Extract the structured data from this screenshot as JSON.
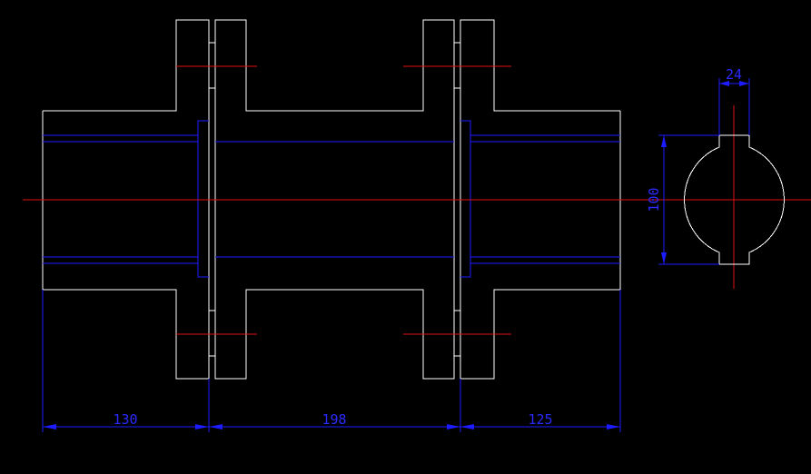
{
  "drawing": {
    "colors": {
      "background": "#000000",
      "outline": "#ffffff",
      "dimension": "#1c1cff",
      "centerline": "#e01010"
    },
    "dimensions": {
      "left_hub_length": "130",
      "middle_length": "198",
      "right_hub_length": "125",
      "keyway_width": "24",
      "bore_diameter": "100"
    }
  }
}
